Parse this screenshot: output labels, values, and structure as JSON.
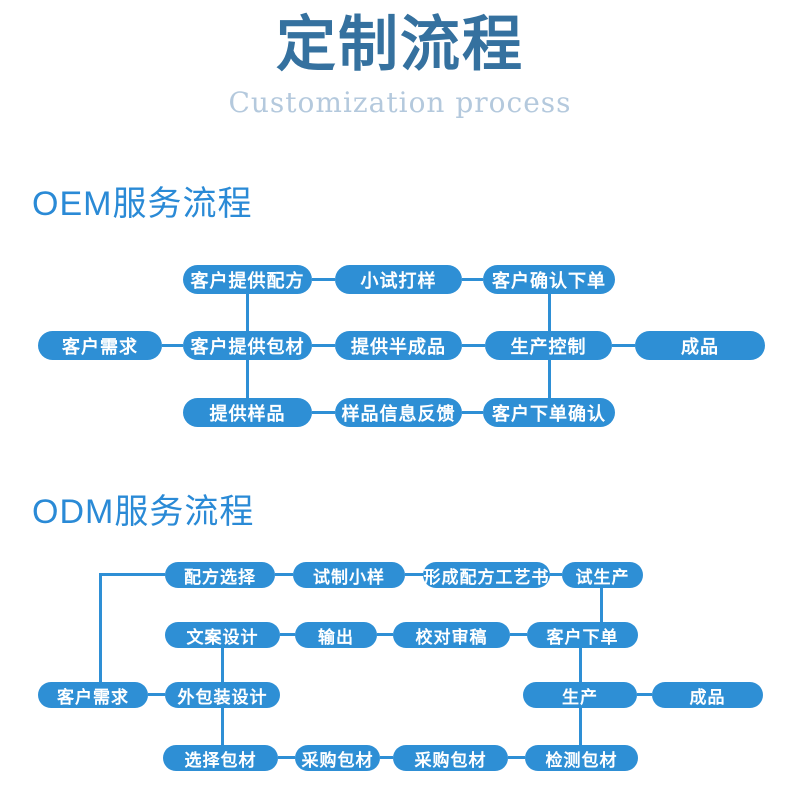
{
  "page": {
    "title": "定制流程",
    "subtitle": "Customization process"
  },
  "palette": {
    "node_blue": "#2e8fd5",
    "title_blue": "#35719f",
    "subtitle_blue": "#b4c9dd",
    "heading_blue": "#2a8ad6",
    "node_text": "#ffffff"
  },
  "oem": {
    "heading": "OEM服务流程",
    "rows": [
      {
        "nodes": [
          "客户提供配方",
          "小试打样",
          "客户确认下单"
        ]
      },
      {
        "nodes": [
          "客户需求",
          "客户提供包材",
          "提供半成品",
          "生产控制",
          "成品"
        ]
      },
      {
        "nodes": [
          "提供样品",
          "样品信息反馈",
          "客户下单确认"
        ]
      }
    ]
  },
  "odm": {
    "heading": "ODM服务流程",
    "rows": [
      {
        "nodes": [
          "配方选择",
          "试制小样",
          "形成配方工艺书",
          "试生产"
        ]
      },
      {
        "nodes": [
          "文案设计",
          "输出",
          "校对审稿",
          "客户下单"
        ]
      },
      {
        "nodes": [
          "客户需求",
          "外包装设计",
          "生产",
          "成品"
        ]
      },
      {
        "nodes": [
          "选择包材",
          "采购包材",
          "采购包材",
          "检测包材"
        ]
      }
    ]
  }
}
